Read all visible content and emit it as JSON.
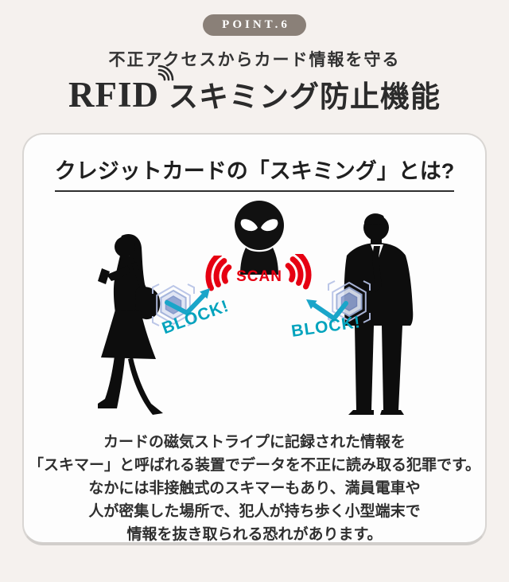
{
  "badge": {
    "label": "POINT.6"
  },
  "header": {
    "subtitle": "不正アクセスからカード情報を守る",
    "title_en": "RFID",
    "title_ja": "スキミング防止機能"
  },
  "card": {
    "heading": "クレジットカードの「スキミング」とは?",
    "illustration": {
      "scan_label": "SCAN",
      "block_left_label": "BLOCK!",
      "block_right_label": "BLOCK!",
      "icons": {
        "rfid_signal": "wifi-arcs",
        "skimmer": "hacker-silhouette",
        "victim_left": "woman-with-phone-silhouette",
        "victim_right": "suit-man-silhouette",
        "shield": "hexagon-shield",
        "deflect": "bounce-arrow"
      }
    },
    "paragraph_lines": [
      "カードの磁気ストライプに記録された情報を",
      "「スキマー」と呼ばれる装置でデータを不正に読み取る犯罪です。",
      "なかには非接触式のスキマーもあり、満員電車や",
      "人が密集した場所で、犯人が持ち歩く小型端末で",
      "情報を抜き取られる恐れがあります。"
    ]
  },
  "colors": {
    "page_bg": "#f5f1ee",
    "card_bg": "#fdfdfd",
    "card_border": "#d9d6d3",
    "badge_bg": "#8a8078",
    "text": "#2f2f2f",
    "accent_red": "#e60012",
    "accent_cyan": "#1aa5c9",
    "block_text": "#00a3bd",
    "shield_blue": "#9fb0d8"
  }
}
